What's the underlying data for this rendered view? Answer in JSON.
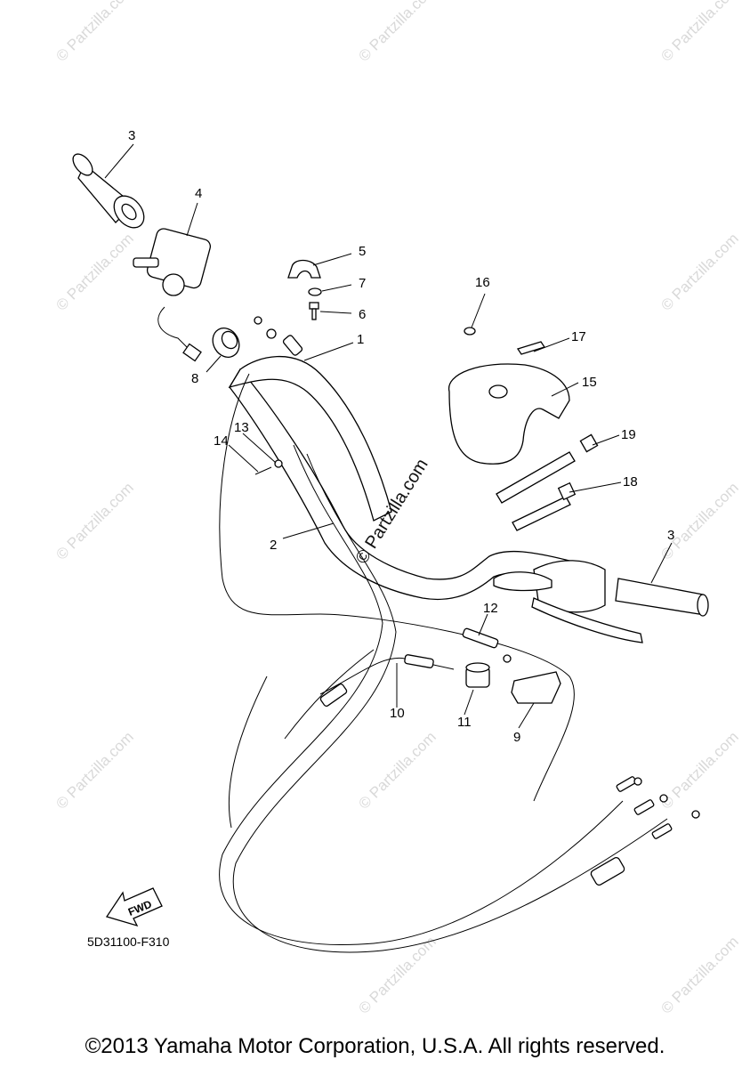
{
  "diagram": {
    "callouts": [
      "1",
      "2",
      "3",
      "3",
      "4",
      "5",
      "6",
      "7",
      "8",
      "9",
      "10",
      "11",
      "12",
      "13",
      "14",
      "15",
      "16",
      "17",
      "18",
      "19"
    ],
    "fwd_label": "FWD",
    "diagram_code": "5D31100-F310",
    "copyright": "©2013 Yamaha Motor Corporation, U.S.A. All rights reserved.",
    "watermark": "© Partzilla.com",
    "center_watermark": "© Partzilla.com"
  }
}
